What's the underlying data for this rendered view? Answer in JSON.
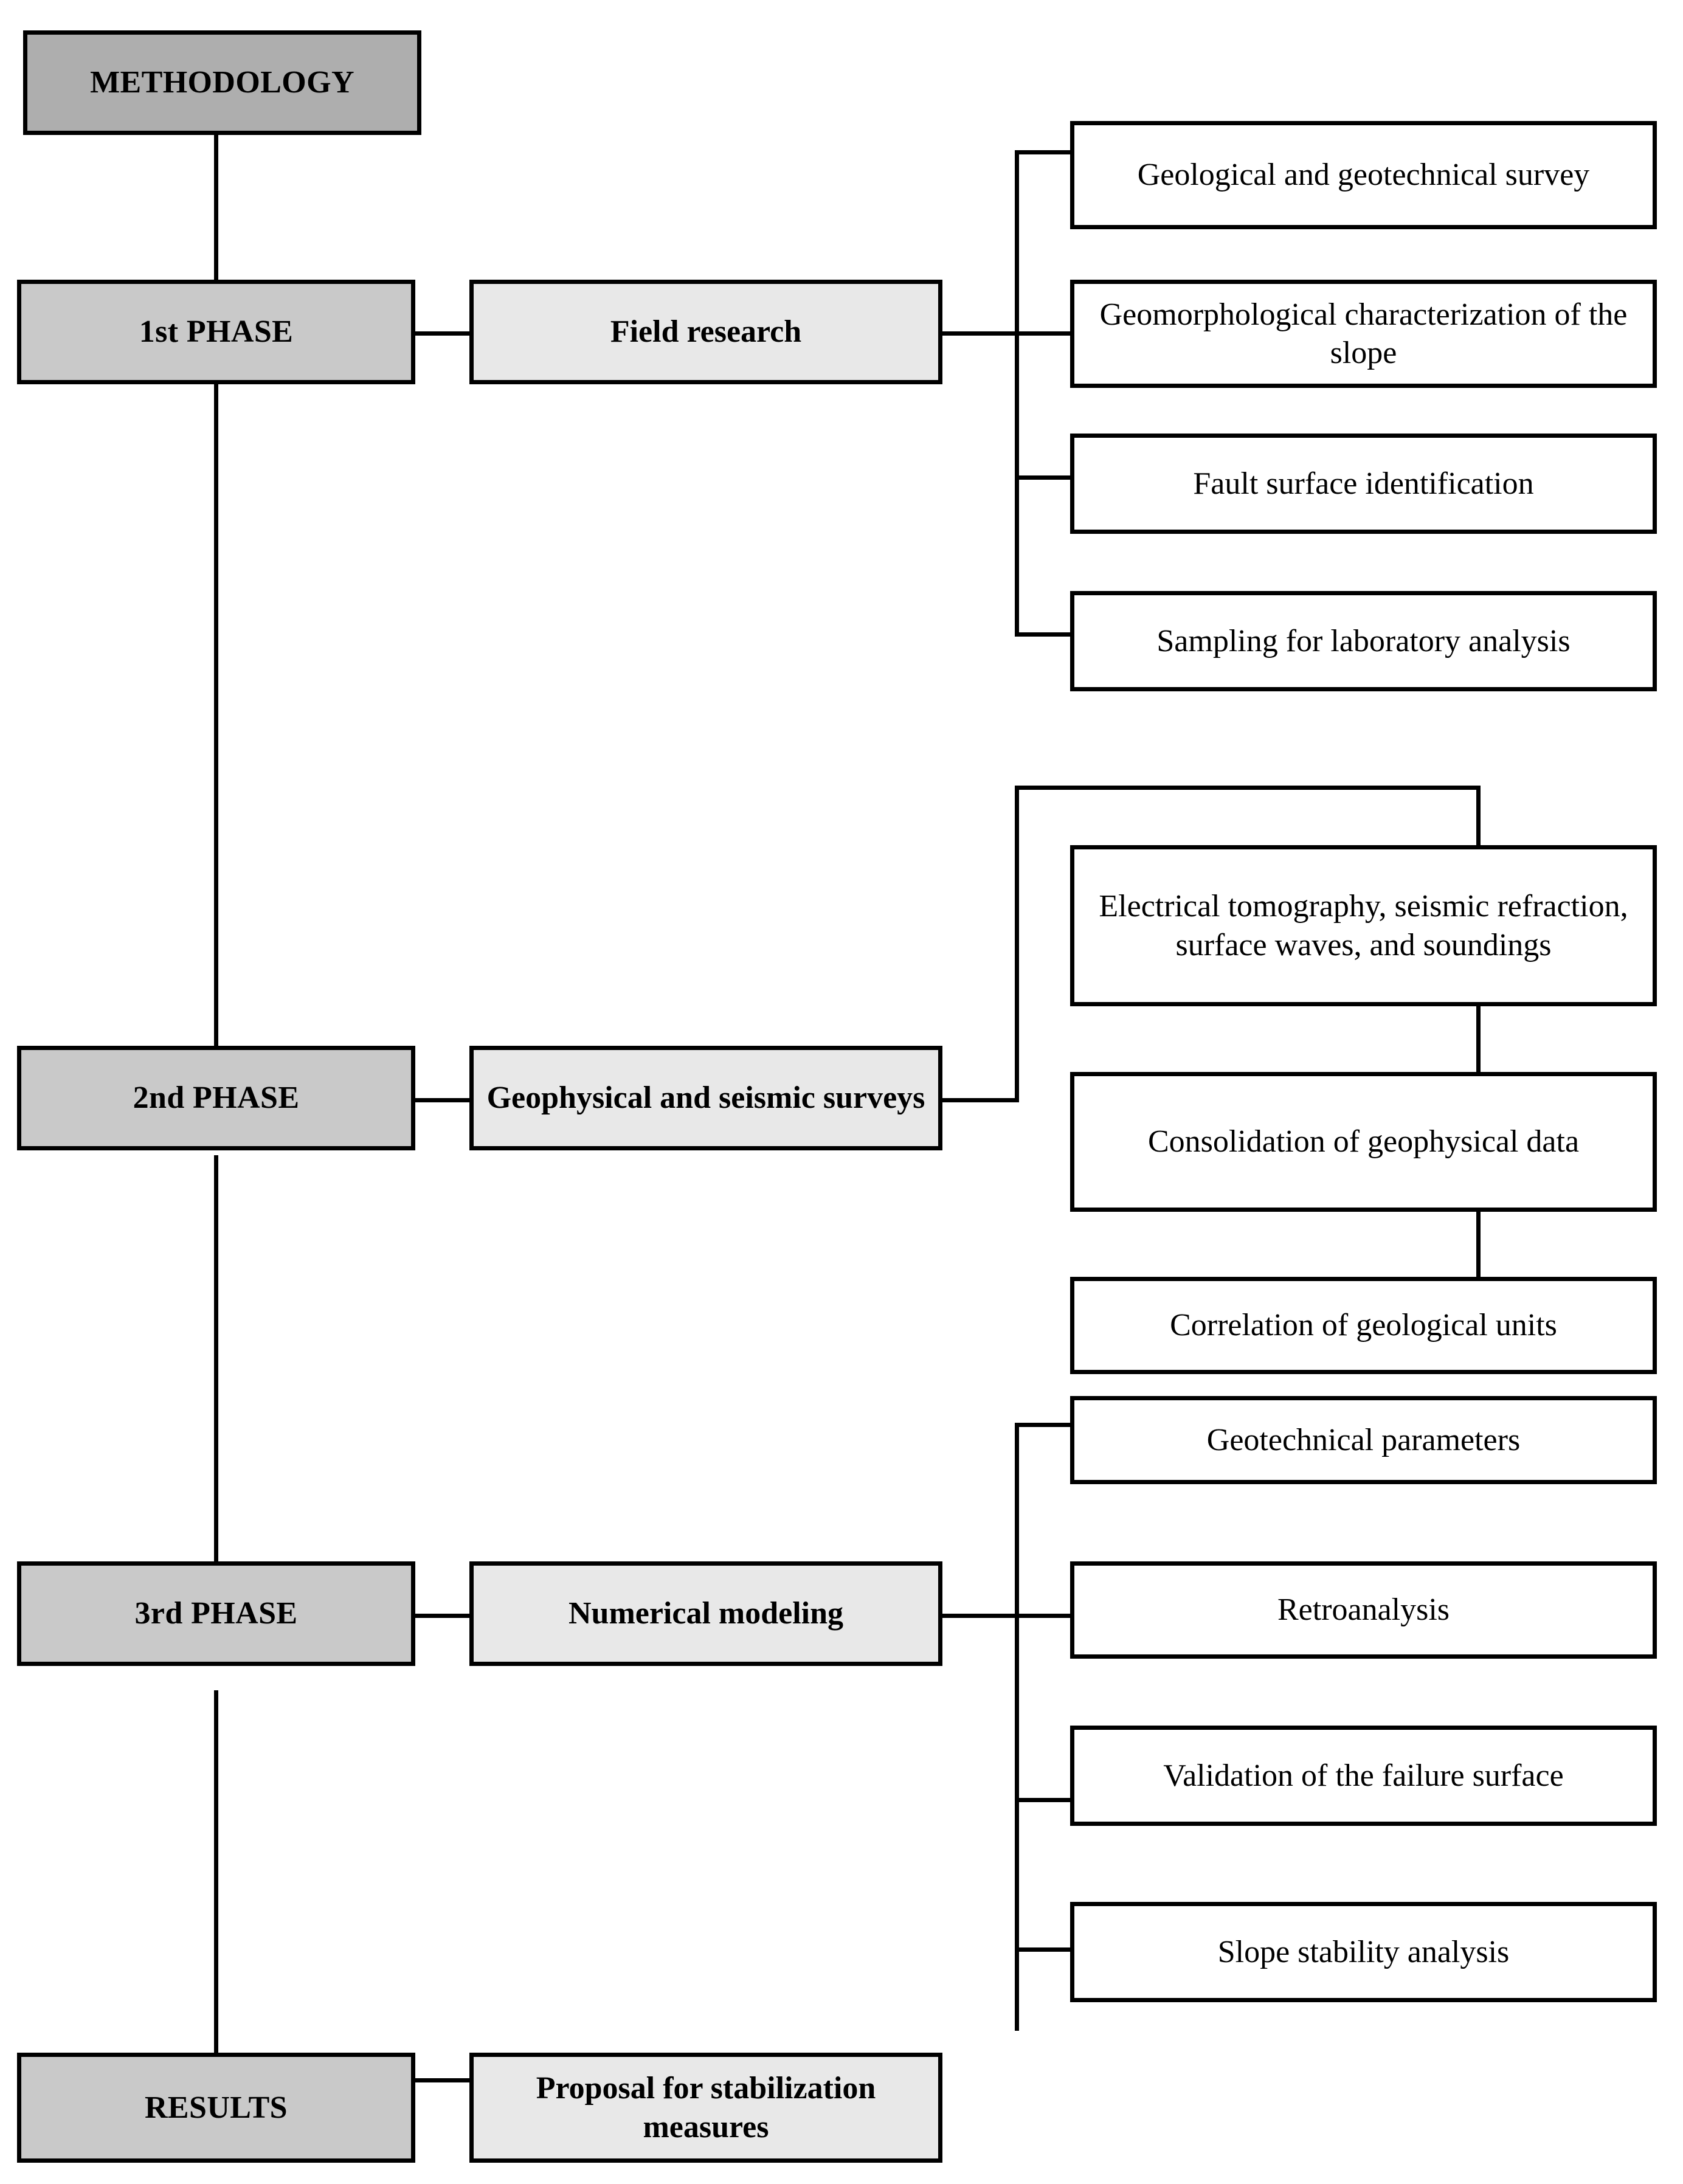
{
  "diagram": {
    "title": "METHODOLOGY",
    "type": "flowchart",
    "spine_label_top": "METHODOLOGY",
    "spine_label_bottom": "RESULTS",
    "phases": [
      {
        "id": "phase-1",
        "phase_label": "1st PHASE",
        "activity_label": "Field research",
        "connector_style": "bracket",
        "tasks": [
          "Geological and geotechnical survey",
          "Geomorphological characterization of the slope",
          "Fault surface identification",
          "Sampling for laboratory analysis"
        ]
      },
      {
        "id": "phase-2",
        "phase_label": "2nd PHASE",
        "activity_label": "Geophysical and seismic surveys",
        "connector_style": "chain",
        "tasks": [
          "Electrical tomography, seismic refraction, surface waves, and soundings",
          "Consolidation of geophysical data",
          "Correlation of geological units"
        ]
      },
      {
        "id": "phase-3",
        "phase_label": "3rd PHASE",
        "activity_label": "Numerical modeling",
        "connector_style": "bracket",
        "tasks": [
          "Geotechnical parameters",
          "Retroanalysis",
          "Validation of the failure surface",
          "Slope stability analysis"
        ]
      }
    ],
    "results": {
      "phase_label": "RESULTS",
      "activity_label": "Proposal for stabilization measures"
    },
    "colors": {
      "title_fill": "#aeaeae",
      "phase_fill": "#c9c9c9",
      "activity_fill": "#e8e8e8",
      "task_fill": "#ffffff",
      "stroke": "#000000",
      "background": "#ffffff"
    }
  }
}
